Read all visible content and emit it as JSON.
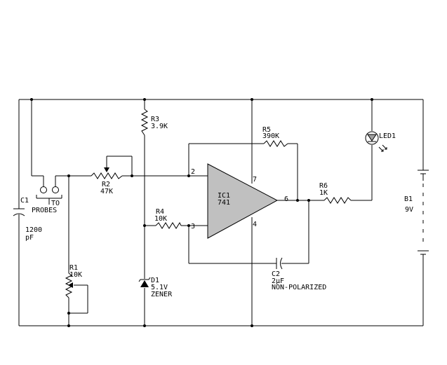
{
  "components": {
    "c1": {
      "ref": "C1",
      "value": "1200",
      "unit": "pF"
    },
    "r3": {
      "ref": "R3",
      "value": "3.9K"
    },
    "r2": {
      "ref": "R2",
      "value": "47K"
    },
    "probes": {
      "line1": "TO",
      "line2": "PROBES"
    },
    "r1": {
      "ref": "R1",
      "value": "10K"
    },
    "r4": {
      "ref": "R4",
      "value": "10K"
    },
    "d1": {
      "ref": "D1",
      "value": "5.1V",
      "type": "ZENER"
    },
    "ic1": {
      "ref": "IC1",
      "part": "741",
      "pin2": "2",
      "pin3": "3",
      "pin4": "4",
      "pin6": "6",
      "pin7": "7"
    },
    "r5": {
      "ref": "R5",
      "value": "390K"
    },
    "r6": {
      "ref": "R6",
      "value": "1K"
    },
    "led1": {
      "ref": "LED1"
    },
    "c2": {
      "ref": "C2",
      "value": "2µF",
      "type": "NON-POLARIZED"
    },
    "b1": {
      "ref": "B1",
      "value": "9V"
    }
  },
  "colors": {
    "wire": "#000000",
    "opamp_fill": "#c0c0c0",
    "led_fill": "#a0a0a0"
  }
}
